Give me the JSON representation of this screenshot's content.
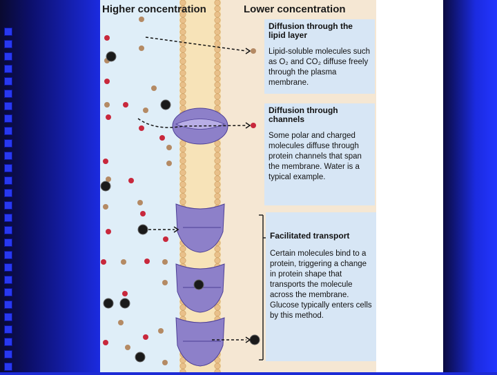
{
  "figure": {
    "left_header": "Higher concentration",
    "right_header": "Lower concentration",
    "panels": [
      {
        "title": "Diffusion through the lipid layer",
        "text": "Lipid-soluble molecules such as O₂ and CO₂ diffuse freely through the plasma membrane."
      },
      {
        "title": "Diffusion through channels",
        "text": "Some polar and charged molecules diffuse through protein channels that span the membrane. Water is a typical example."
      },
      {
        "title": "Facilitated transport",
        "text": "Certain molecules bind to a protein, triggering a change in protein shape that transports the molecule across the membrane. Glucose typically enters cells by this method."
      }
    ]
  },
  "colors": {
    "extracellular": "#dfeef8",
    "intracellular": "#f5e7d3",
    "panel": "#d7e6f5",
    "lipid_head": "#e9c08a",
    "protein": "#8d80c9",
    "red_particle": "#c8283c",
    "tan_particle": "#b48a64",
    "black_particle": "#1a1a1a"
  }
}
